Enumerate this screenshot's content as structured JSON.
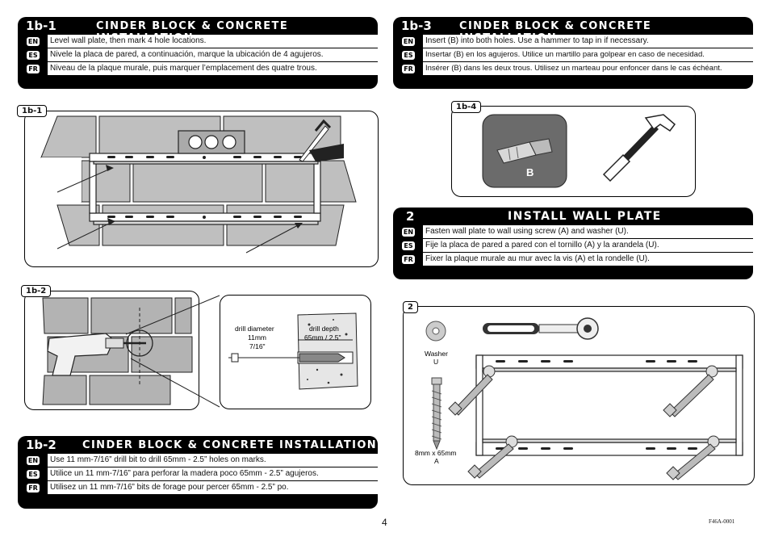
{
  "box_1b1": {
    "num": "1b-1",
    "title": "CINDER BLOCK & CONCRETE INSTALLATION",
    "rows": [
      {
        "lang": "EN",
        "text": "Level wall plate, then mark 4 hole locations."
      },
      {
        "lang": "ES",
        "text": "Nivele la placa de pared, a continuación, marque la ubicación de 4 agujeros."
      },
      {
        "lang": "FR",
        "text": "Niveau de la plaque murale, puis marquer l’emplacement des quatre trous."
      }
    ]
  },
  "box_1b3": {
    "num": "1b-3",
    "title": "CINDER BLOCK & CONCRETE INSTALLATION",
    "rows": [
      {
        "lang": "EN",
        "text": "Insert (B) into both holes.  Use a hammer to tap in if necessary."
      },
      {
        "lang": "ES",
        "text": "Insertar (B) en los agujeros. Utilice un martillo para golpear en caso de necesidad."
      },
      {
        "lang": "FR",
        "text": "Insérer (B) dans les deux trous. Utilisez un marteau pour enfoncer dans le cas échéant."
      }
    ]
  },
  "box_2": {
    "num": "2",
    "title": "INSTALL WALL PLATE",
    "rows": [
      {
        "lang": "EN",
        "text": "Fasten wall plate to wall using screw (A) and washer (U)."
      },
      {
        "lang": "ES",
        "text": "Fije la placa de pared a pared con el tornillo (A) y la arandela (U)."
      },
      {
        "lang": "FR",
        "text": "Fixer la plaque murale au mur avec la vis (A) et la rondelle (U)."
      }
    ]
  },
  "box_1b2": {
    "num": "1b-2",
    "title": "CINDER BLOCK & CONCRETE INSTALLATION",
    "rows": [
      {
        "lang": "EN",
        "text": "Use 11 mm-7/16” drill bit to drill 65mm - 2.5” holes on marks."
      },
      {
        "lang": "ES",
        "text": "Utilice un 11 mm-7/16” para perforar la madera poco 65mm - 2.5” agujeros."
      },
      {
        "lang": "FR",
        "text": "Utilisez un 11 mm-7/16” bits de forage pour percer 65mm - 2.5” po."
      }
    ]
  },
  "panel_tags": {
    "p1b1": "1b-1",
    "p1b2": "1b-2",
    "p1b4": "1b-4",
    "p2": "2"
  },
  "drill_labels": {
    "diameter_line1": "drill diameter",
    "diameter_line2": "11mm",
    "diameter_line3": "7/16\"",
    "depth_line1": "drill depth",
    "depth_line2": "65mm / 2.5\""
  },
  "anchor_label": "B",
  "parts": {
    "washer_line1": "Washer",
    "washer_line2": "U",
    "screw_line1": "8mm x 65mm",
    "screw_line2": "A"
  },
  "page_number": "4",
  "doc_code": "F46A-0001"
}
